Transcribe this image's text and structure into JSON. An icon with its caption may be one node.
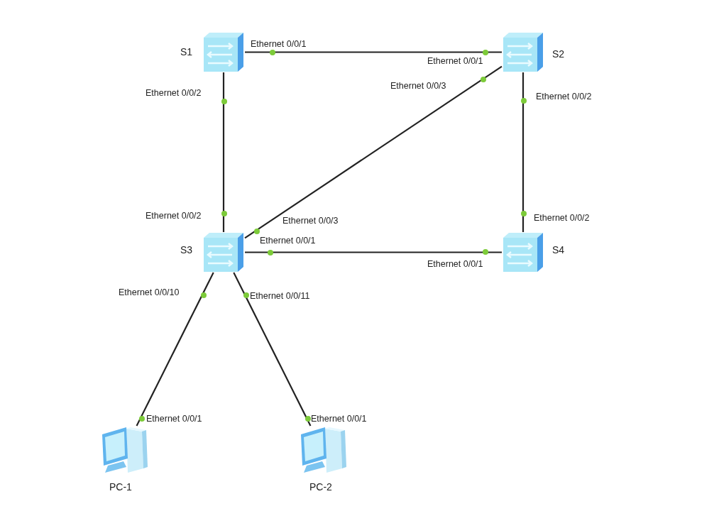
{
  "diagram": {
    "nodes": [
      {
        "text": [],
        "shape": "picture",
        "beside": [
          "S1"
        ]
      },
      {
        "text": [],
        "shape": "picture",
        "beside": [
          "S2"
        ]
      },
      {
        "text": [],
        "shape": "picture",
        "beside": [
          "S3"
        ]
      },
      {
        "text": [],
        "shape": "picture",
        "beside": [
          "S4"
        ]
      },
      {
        "text": [],
        "shape": "picture",
        "beside": [
          "PC-1"
        ]
      },
      {
        "text": [],
        "shape": "picture",
        "beside": [
          "PC-2"
        ]
      }
    ],
    "edges": [
      {
        "from": 0,
        "to": 1,
        "arrow": "none"
      },
      {
        "from": 0,
        "to": 2,
        "arrow": "none"
      },
      {
        "from": 1,
        "to": 2,
        "arrow": "none"
      },
      {
        "from": 1,
        "to": 3,
        "arrow": "none"
      },
      {
        "from": 2,
        "to": 3,
        "arrow": "none"
      },
      {
        "from": 2,
        "to": 4,
        "arrow": "none"
      },
      {
        "from": 2,
        "to": 5,
        "arrow": "none"
      }
    ],
    "labels": [
      "Ethernet 0/0/1",
      "Ethernet 0/0/1",
      "Ethernet 0/0/3",
      "Ethernet 0/0/2",
      "Ethernet 0/0/2",
      "Ethernet 0/0/2",
      "Ethernet 0/0/2",
      "Ethernet 0/0/3",
      "Ethernet 0/0/1",
      "Ethernet 0/0/1",
      "Ethernet 0/0/10",
      "Ethernet 0/0/11",
      "Ethernet 0/0/1",
      "Ethernet 0/0/1"
    ]
  }
}
